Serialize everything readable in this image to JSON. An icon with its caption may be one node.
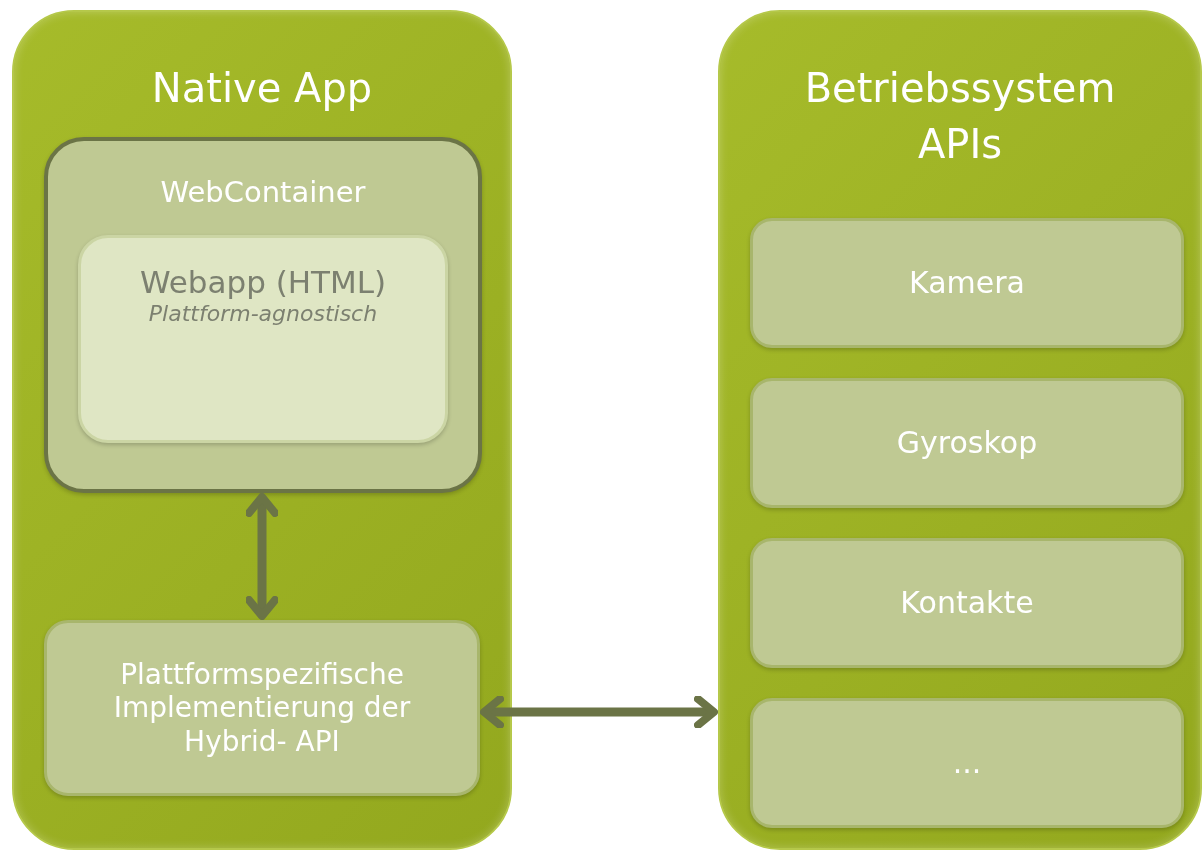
{
  "diagram": {
    "nodes": [
      {
        "text": [
          "Native App"
        ]
      },
      {
        "text": [
          "WebContainer"
        ],
        "in": 0
      },
      {
        "text": [
          "Webapp (HTML)",
          "Plattform-agnostisch"
        ],
        "in": 1
      },
      {
        "text": [
          "Plattformspezifische Implementierung der Hybrid- API"
        ],
        "in": 0
      },
      {
        "text": [
          "Betriebssystem APIs"
        ]
      },
      {
        "text": [
          "Kamera"
        ],
        "in": 4
      },
      {
        "text": [
          "Gyroskop"
        ],
        "in": 4
      },
      {
        "text": [
          "Kontakte"
        ],
        "in": 4
      },
      {
        "text": [
          "..."
        ],
        "in": 4
      }
    ],
    "edges": [
      {
        "from": 1,
        "to": 3,
        "arrow": "both"
      },
      {
        "from": 3,
        "to": 4,
        "arrow": "both"
      }
    ]
  }
}
